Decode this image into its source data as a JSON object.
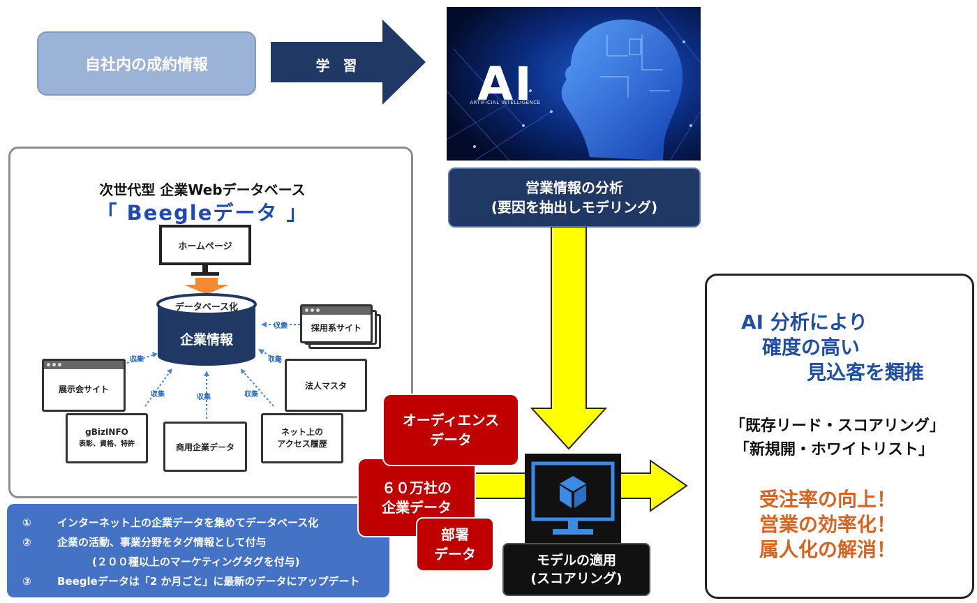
{
  "flow": {
    "source_label": "自社内の成約情報",
    "learn_label": "学 習",
    "ai_logo": "AI",
    "ai_sub": "ARTIFICIAL INTELLIGENCE",
    "analysis_line1": "営業情報の分析",
    "analysis_line2": "(要因を抽出しモデリング)"
  },
  "beegle": {
    "title": "次世代型 企業Webデータベース",
    "name": "「 Beegleデータ 」",
    "homepage": "ホームページ",
    "db_label": "データベース化",
    "db_name": "企業情報",
    "collect": "収集",
    "sources": {
      "recruit": "採用系サイト",
      "expo": "展示会サイト",
      "corp_master": "法人マスタ",
      "gbiz_line1": "gBizINFO",
      "gbiz_line2": "表彰、資格、特許",
      "commercial": "商用企業データ",
      "access_line1": "ネット上の",
      "access_line2": "アクセス履歴"
    }
  },
  "list": {
    "items": [
      {
        "num": "①",
        "text": "インターネット上の企業データを集めてデータベース化"
      },
      {
        "num": "②",
        "text": "企業の活動、事業分野をタグ情報として付与"
      },
      {
        "num": "",
        "text": "(２００種以上のマーケティングタグを付与)"
      },
      {
        "num": "③",
        "text": "Beegleデータは「2 か月ごと」に最新のデータにアップデート"
      }
    ]
  },
  "inputs": {
    "audience_line1": "オーディエンス",
    "audience_line2": "データ",
    "companies_line1": "６０万社の",
    "companies_line2": "企業データ",
    "dept_line1": "部署",
    "dept_line2": "データ"
  },
  "scoring": {
    "line1": "モデルの適用",
    "line2": "(スコアリング)"
  },
  "result": {
    "line1": "AI 分析により",
    "line2": "確度の高い",
    "line3": "見込客を類推",
    "line4": "「既存リード・スコアリング」",
    "line5": "「新規開・ホワイトリスト」",
    "line6": "受注率の向上！",
    "line7": "営業の効率化！",
    "line8": "属人化の解消！"
  },
  "colors": {
    "navy": "#203864",
    "blue": "#4472c4",
    "red": "#c00000",
    "yellow": "#ffff00",
    "orange": "#d9631e"
  }
}
